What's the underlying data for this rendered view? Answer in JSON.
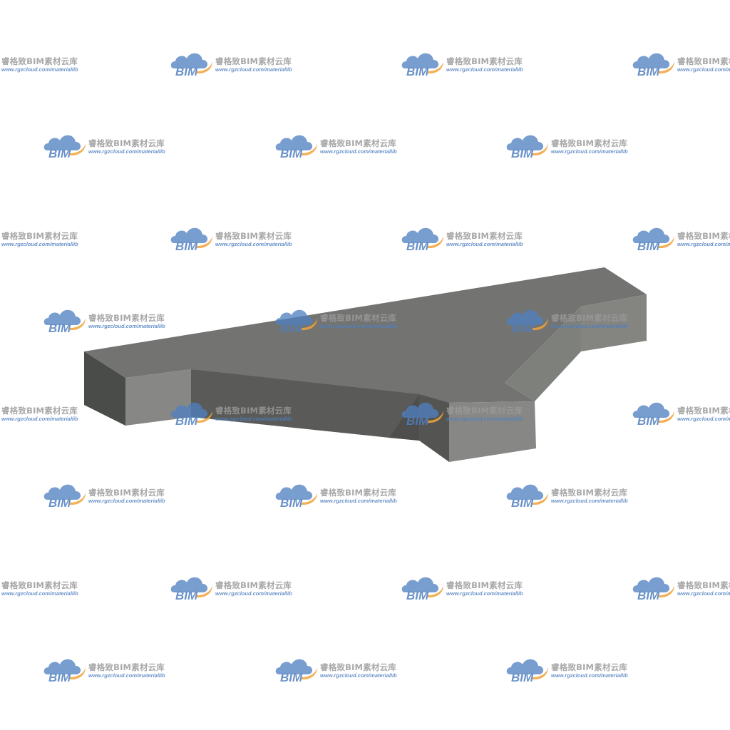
{
  "model": {
    "subject": "duct-tee-fitting-3d",
    "colors": {
      "top_face": "#737472",
      "front_face": "#5f605e",
      "dark_side": "#4a4c4a",
      "light_face": "#878885",
      "branch_face": "#7e807b"
    }
  },
  "watermark": {
    "brand_logo_text": "BIM",
    "title": "睿格致BIM素材云库",
    "url": "www.rgzcloud.com/materiallib",
    "logo_icon": "cloud-bim-logo-icon",
    "colors": {
      "cloud": "#4f7fc0",
      "swoosh": "#f0a33a",
      "title": "#9a9a9a",
      "url": "#4f7fc0"
    }
  }
}
